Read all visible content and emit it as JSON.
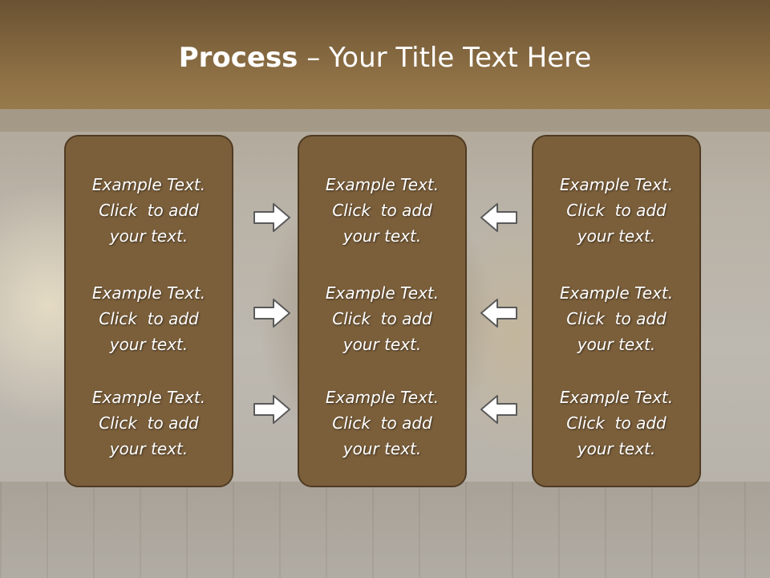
{
  "slide": {
    "title_bold": "Process",
    "title_rest": " – Your Title Text Here"
  },
  "columns": [
    {
      "blocks": [
        {
          "line1": "Example Text.",
          "line2": "Click  to add",
          "line3": "your text."
        },
        {
          "line1": "Example Text.",
          "line2": "Click  to add",
          "line3": "your text."
        },
        {
          "line1": "Example Text.",
          "line2": "Click  to add",
          "line3": "your text."
        }
      ]
    },
    {
      "blocks": [
        {
          "line1": "Example Text.",
          "line2": "Click  to add",
          "line3": "your text."
        },
        {
          "line1": "Example Text.",
          "line2": "Click  to add",
          "line3": "your text."
        },
        {
          "line1": "Example Text.",
          "line2": "Click  to add",
          "line3": "your text."
        }
      ]
    },
    {
      "blocks": [
        {
          "line1": "Example Text.",
          "line2": "Click  to add",
          "line3": "your text."
        },
        {
          "line1": "Example Text.",
          "line2": "Click  to add",
          "line3": "your text."
        },
        {
          "line1": "Example Text.",
          "line2": "Click  to add",
          "line3": "your text."
        }
      ]
    }
  ],
  "arrows": {
    "left_group": [
      "arrow-right-icon",
      "arrow-right-icon",
      "arrow-right-icon"
    ],
    "right_group": [
      "arrow-left-icon",
      "arrow-left-icon",
      "arrow-left-icon"
    ]
  },
  "colors": {
    "header": "#8e7045",
    "box_fill": "#7b5f3b",
    "box_border": "#4f3b23",
    "arrow_fill": "#ffffff",
    "arrow_stroke": "#5a5a5a"
  }
}
